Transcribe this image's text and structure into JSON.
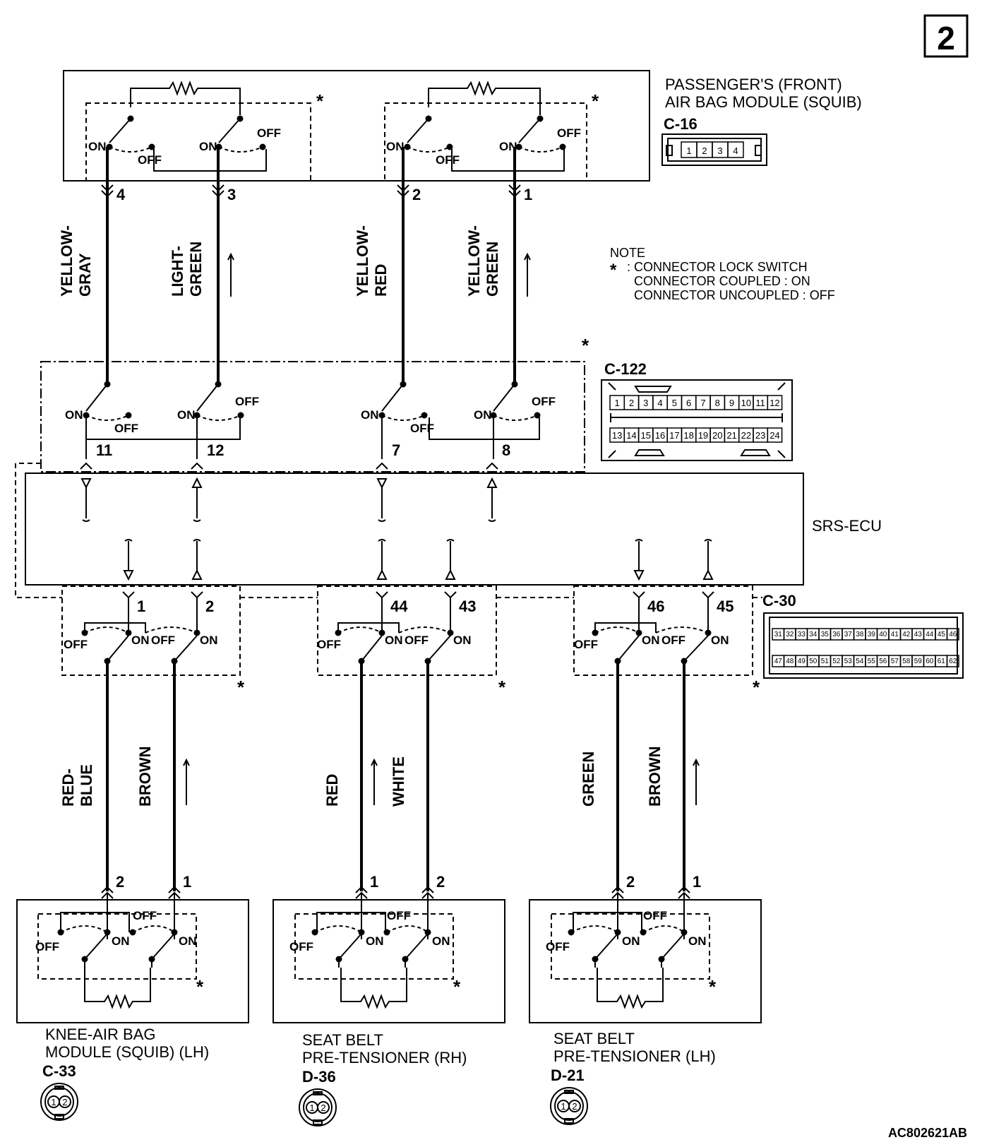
{
  "page_number": "2",
  "passenger_module": {
    "title_line1": "PASSENGER'S (FRONT)",
    "title_line2": "AIR BAG MODULE (SQUIB)",
    "connector": "C-16",
    "pins": [
      "1",
      "2",
      "3",
      "4"
    ]
  },
  "knee_module": {
    "title_line1": "KNEE-AIR BAG",
    "title_line2": "MODULE (SQUIB) (LH)",
    "connector": "C-33",
    "pins": [
      "1",
      "2"
    ]
  },
  "pretensioner_rh": {
    "title_line1": "SEAT BELT",
    "title_line2": "PRE-TENSIONER (RH)",
    "connector": "D-36",
    "pins": [
      "1",
      "2"
    ]
  },
  "pretensioner_lh": {
    "title_line1": "SEAT BELT",
    "title_line2": "PRE-TENSIONER (LH)",
    "connector": "D-21",
    "pins": [
      "1",
      "2"
    ]
  },
  "ecu": {
    "label": "SRS-ECU"
  },
  "connector_c122": {
    "name": "C-122",
    "row1": [
      "1",
      "2",
      "3",
      "4",
      "5",
      "6",
      "7",
      "8",
      "9",
      "10",
      "11",
      "12"
    ],
    "row2": [
      "13",
      "14",
      "15",
      "16",
      "17",
      "18",
      "19",
      "20",
      "21",
      "22",
      "23",
      "24"
    ]
  },
  "connector_c30": {
    "name": "C-30",
    "row1": [
      "31",
      "32",
      "33",
      "34",
      "35",
      "36",
      "37",
      "38",
      "39",
      "40",
      "41",
      "42",
      "43",
      "44",
      "45",
      "46"
    ],
    "row2": [
      "47",
      "48",
      "49",
      "50",
      "51",
      "52",
      "53",
      "54",
      "55",
      "56",
      "57",
      "58",
      "59",
      "60",
      "61",
      "62"
    ]
  },
  "note": {
    "title": "NOTE",
    "star": "*",
    "line1": ": CONNECTOR LOCK SWITCH",
    "line2": "CONNECTOR COUPLED : ON",
    "line3": "CONNECTOR UNCOUPLED : OFF"
  },
  "switch": {
    "on": "ON",
    "off": "OFF"
  },
  "upper_wires": [
    {
      "pin_top": "4",
      "pin_ecu": "11",
      "color_line1": "YELLOW-",
      "color_line2": "GRAY"
    },
    {
      "pin_top": "3",
      "pin_ecu": "12",
      "color_line1": "LIGHT-",
      "color_line2": "GREEN"
    },
    {
      "pin_top": "2",
      "pin_ecu": "7",
      "color_line1": "YELLOW-",
      "color_line2": "RED"
    },
    {
      "pin_top": "1",
      "pin_ecu": "8",
      "color_line1": "YELLOW-",
      "color_line2": "GREEN"
    }
  ],
  "lower_wires": [
    {
      "pin_ecu": "1",
      "pin_dev": "2",
      "color_line1": "RED-",
      "color_line2": "BLUE"
    },
    {
      "pin_ecu": "2",
      "pin_dev": "1",
      "color_line1": "BROWN",
      "color_line2": ""
    },
    {
      "pin_ecu": "44",
      "pin_dev": "1",
      "color_line1": "RED",
      "color_line2": ""
    },
    {
      "pin_ecu": "43",
      "pin_dev": "2",
      "color_line1": "WHITE",
      "color_line2": ""
    },
    {
      "pin_ecu": "46",
      "pin_dev": "2",
      "color_line1": "GREEN",
      "color_line2": ""
    },
    {
      "pin_ecu": "45",
      "pin_dev": "1",
      "color_line1": "BROWN",
      "color_line2": ""
    }
  ],
  "figure_code": "AC802621AB"
}
